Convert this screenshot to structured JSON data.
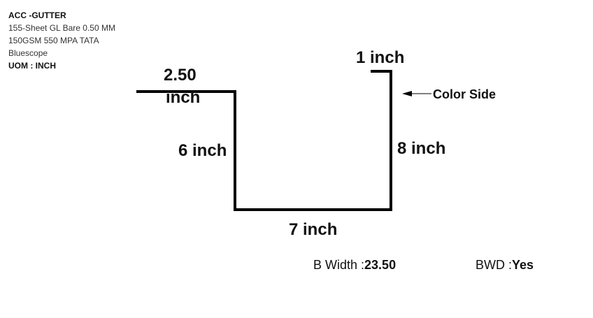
{
  "header": {
    "product": "ACC -GUTTER",
    "line1": "155-Sheet GL Bare 0.50 MM",
    "line2": "150GSM 550 MPA TATA",
    "line3": "Bluescope",
    "uom": "UOM : INCH"
  },
  "profile": {
    "segments": [
      {
        "label_line1": "2.50",
        "label_line2": "inch"
      },
      {
        "label": "6 inch"
      },
      {
        "label": "7 inch"
      },
      {
        "label": "8 inch"
      },
      {
        "label": "1 inch"
      }
    ],
    "color_side_label": "Color Side",
    "line_color": "#000000"
  },
  "footer": {
    "bwidth_label": "B Width :",
    "bwidth_value": "23.50",
    "bwd_label": "BWD :",
    "bwd_value": "Yes"
  }
}
